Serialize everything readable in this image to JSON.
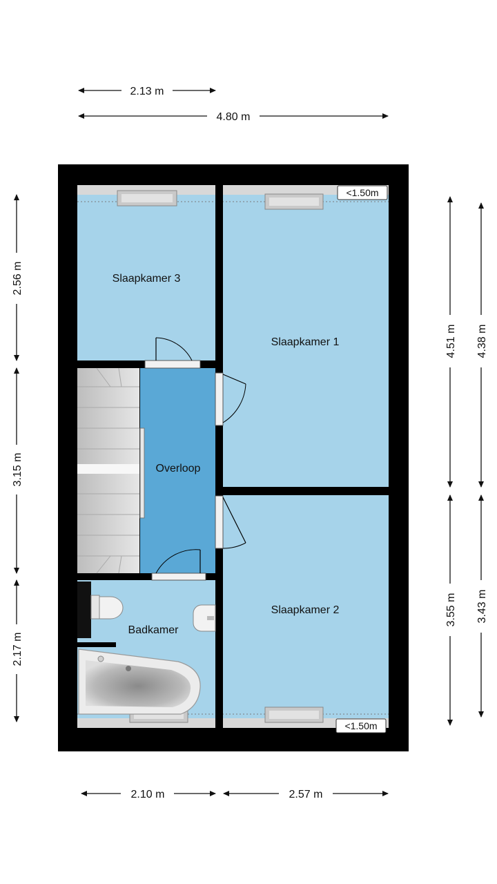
{
  "dimensions": {
    "top_short": "2.13 m",
    "top_long": "4.80 m",
    "left_upper": "2.56 m",
    "left_middle": "3.15 m",
    "left_lower": "2.17 m",
    "right_inner_upper": "4.51 m",
    "right_inner_lower": "3.55 m",
    "right_outer_upper": "4.38 m",
    "right_outer_lower": "3.43 m",
    "bottom_left": "2.10 m",
    "bottom_right": "2.57 m"
  },
  "rooms": {
    "bedroom3": "Slaapkamer 3",
    "bedroom1": "Slaapkamer 1",
    "landing": "Overloop",
    "bathroom": "Badkamer",
    "bedroom2": "Slaapkamer 2"
  },
  "height_tags": {
    "top": "<1.50m",
    "bottom": "<1.50m"
  },
  "colors": {
    "wall": "#000000",
    "room_fill": "#a6d3ea",
    "landing_fill": "#5aa8d6",
    "stairs": "#cfcfcf"
  }
}
